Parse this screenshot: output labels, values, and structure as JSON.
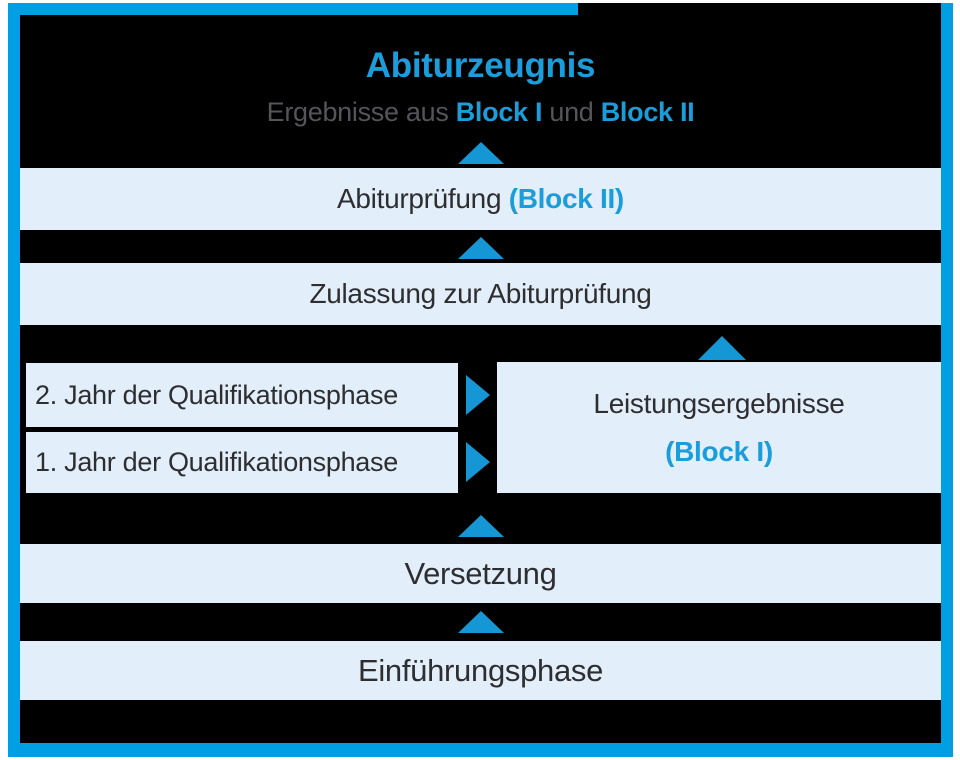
{
  "colors": {
    "frame_blue": "#009fe3",
    "arrow_blue": "#1697d5",
    "accent_blue": "#1b9ddb",
    "bar_background": "#e2eefa",
    "canvas_black": "#000000",
    "text_dark": "#2e2e30",
    "text_gray": "#54555a"
  },
  "header": {
    "title": "Abiturzeugnis",
    "subtitle": {
      "part1": "Ergebnisse aus ",
      "block1": "Block I",
      "part2": " und ",
      "block2": "Block II"
    }
  },
  "stages": {
    "abiturpruefung": {
      "label": "Abiturprüfung ",
      "highlight": "(Block II)"
    },
    "zulassung": {
      "label": "Zulassung zur Abiturprüfung"
    },
    "qualifikationsphase_jahr2": {
      "label": "2. Jahr der Qualifikationsphase"
    },
    "qualifikationsphase_jahr1": {
      "label": "1. Jahr der Qualifikationsphase"
    },
    "leistungsergebnisse": {
      "line1": "Leistungsergebnisse",
      "line2": "(Block I)"
    },
    "versetzung": {
      "label": "Versetzung"
    },
    "einfuehrungsphase": {
      "label": "Einführungsphase"
    }
  },
  "icons": {
    "up_arrow": "upward-triangle",
    "right_arrow": "rightward-triangle"
  }
}
